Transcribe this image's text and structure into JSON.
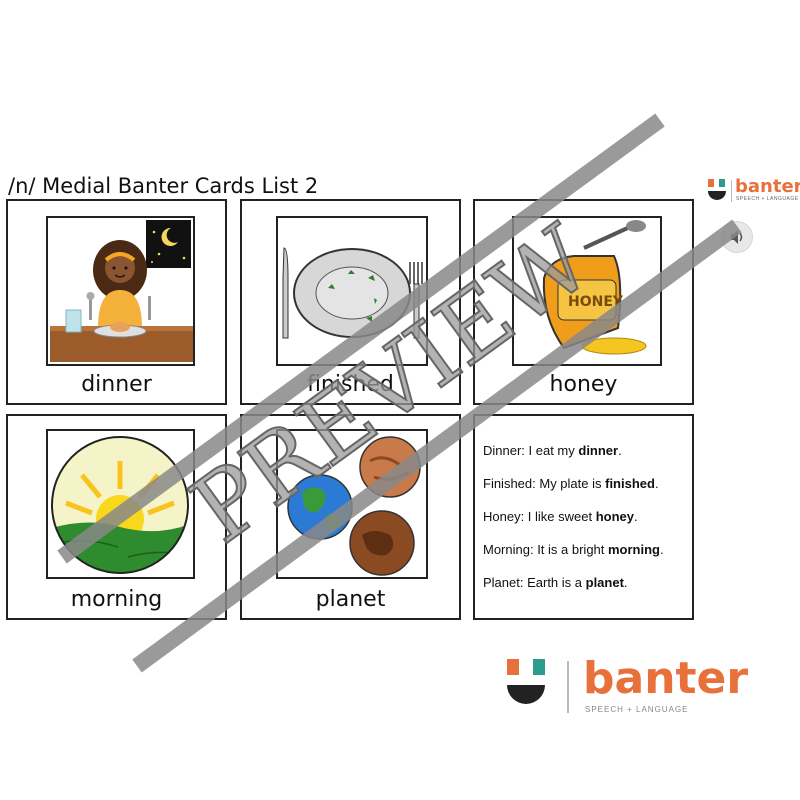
{
  "page": {
    "title": "/n/ Medial Banter Cards List 2"
  },
  "brand": {
    "name": "banter",
    "tagline": "SPEECH + LANGUAGE",
    "orange": "#e8703a",
    "teal": "#2a9d8f",
    "dark": "#222222"
  },
  "cards": [
    {
      "word": "dinner",
      "icon": "girl-eating-dinner-icon"
    },
    {
      "word": "finished",
      "icon": "empty-plate-icon"
    },
    {
      "word": "honey",
      "icon": "honey-jar-icon"
    },
    {
      "word": "morning",
      "icon": "sunrise-icon"
    },
    {
      "word": "planet",
      "icon": "planets-icon"
    }
  ],
  "sentences": [
    {
      "prefix": "Dinner: I eat my ",
      "bold": "dinner",
      "suffix": "."
    },
    {
      "prefix": "Finished: My plate is ",
      "bold": "finished",
      "suffix": "."
    },
    {
      "prefix": "Honey: I like sweet ",
      "bold": "honey",
      "suffix": "."
    },
    {
      "prefix": "Morning: It is a bright ",
      "bold": "morning",
      "suffix": "."
    },
    {
      "prefix": "Planet: Earth is a ",
      "bold": "planet",
      "suffix": "."
    }
  ],
  "watermark": {
    "text": "PREVIEW"
  }
}
